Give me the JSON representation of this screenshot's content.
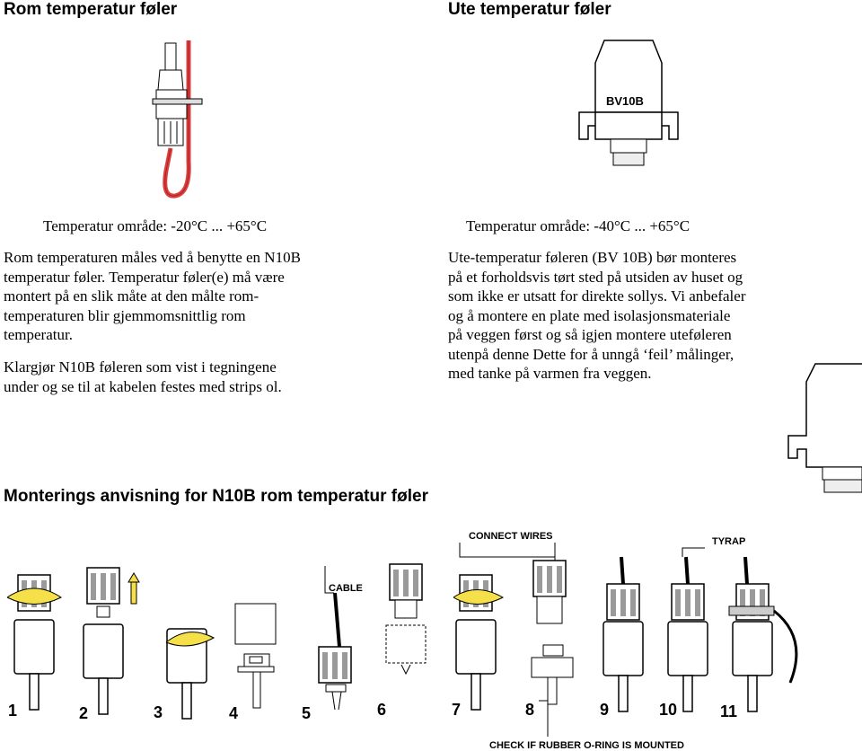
{
  "left": {
    "heading": "Rom temperatur føler",
    "range": "Temperatur område: -20°C ... +65°C",
    "para1": [
      "Rom temperaturen måles ved å benytte en N10B",
      "temperatur føler. Temperatur føler(e) må være",
      "montert på en slik måte at den målte rom-",
      "temperaturen blir gjemmomsnittlig rom",
      "temperatur."
    ],
    "para2": [
      "Klargjør N10B føleren som vist i tegningene",
      "under og se til at kabelen festes med strips ol."
    ]
  },
  "right": {
    "heading": "Ute temperatur føler",
    "device_label": "BV10B",
    "range": "Temperatur område: -40°C ... +65°C",
    "para": [
      "Ute-temperatur føleren (BV 10B) bør monteres",
      "på et forholdsvis tørt sted på utsiden av huset og",
      "som ikke er utsatt for direkte sollys. Vi anbefaler",
      "og å montere en plate med isolasjonsmateriale",
      "på veggen først og så igjen montere uteføleren",
      "utenpå denne Dette for å unngå ‘feil’ målinger,",
      "med tanke på varmen fra veggen."
    ]
  },
  "mounting": {
    "heading": "Monterings anvisning for N10B rom temperatur føler",
    "label_connect": "CONNECT WIRES",
    "label_tyrap": "TYRAP",
    "label_cable": "CABLE",
    "label_oring": "CHECK IF RUBBER O-RING IS MOUNTED",
    "steps": [
      "1",
      "2",
      "3",
      "4",
      "5",
      "6",
      "7",
      "8",
      "9",
      "10",
      "11"
    ]
  },
  "colors": {
    "cable_red": "#e03c3c",
    "arrow_yellow": "#f5e04a",
    "sensor_gray": "#9a9a9a"
  }
}
